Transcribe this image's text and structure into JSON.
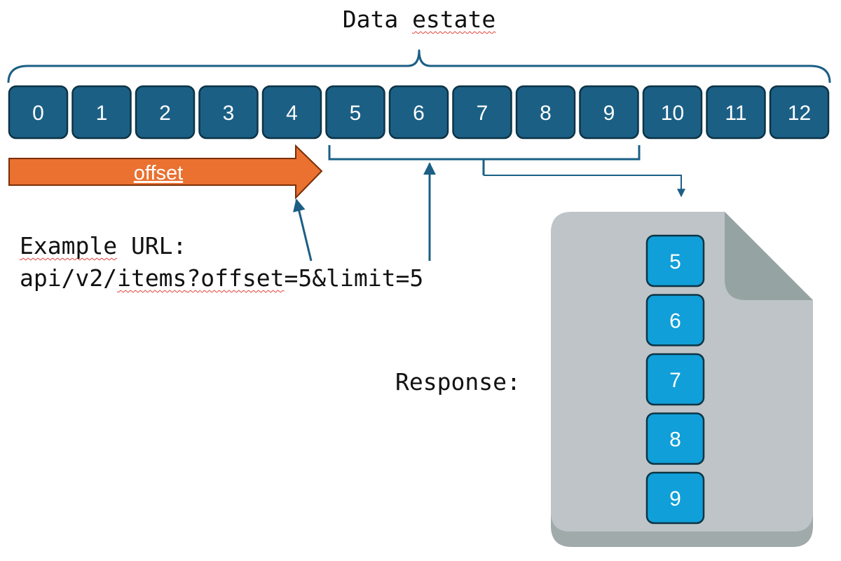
{
  "title_pre": "Data ",
  "title_flag": "estate",
  "offset_label": "offset",
  "example": {
    "label_word": "Example",
    "label_rest": " URL:",
    "url_a": "api/v2/",
    "url_b": "items",
    "url_c": "?",
    "url_d": "offset",
    "url_e": "=5&limit=5"
  },
  "response_label": "Response:",
  "estate_items": [
    "0",
    "1",
    "2",
    "3",
    "4",
    "5",
    "6",
    "7",
    "8",
    "9",
    "10",
    "11",
    "12"
  ],
  "response_items": [
    "5",
    "6",
    "7",
    "8",
    "9"
  ],
  "colors": {
    "estate_fill": "#1b5f85",
    "estate_stroke": "#0d3446",
    "response_fill": "#109fd8",
    "response_stroke": "#0d3446",
    "arrow_fill": "#ea7130",
    "arrow_stroke": "#7a2e08",
    "line": "#1b5f85",
    "doc_fill": "#bec4c7",
    "doc_shadow": "#a0aaab",
    "doc_fold": "#95a4a3"
  }
}
